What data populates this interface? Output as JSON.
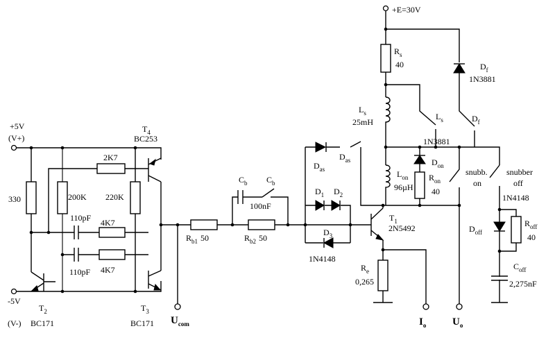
{
  "labels": {
    "supply_pos5": "+5V",
    "supply_vplus": "(V+)",
    "supply_neg5": "-5V",
    "supply_vminus": "(V-)",
    "supply_e30": "+E=30V",
    "t4_name": "T",
    "t4_sub": "4",
    "t4_type": "BC253",
    "t2_name": "T",
    "t2_sub": "2",
    "t2_type": "BC171",
    "t3_name": "T",
    "t3_sub": "3",
    "t3_type": "BC171",
    "r330": "330",
    "r200k": "200K",
    "r220k": "220K",
    "r2k7": "2K7",
    "r4k7a": "4K7",
    "r4k7b": "4K7",
    "c110a": "110pF",
    "c110b": "110pF",
    "ucom_u": "U",
    "ucom_sub": "com",
    "rb1_name": "R",
    "rb1_sub": "b1",
    "rb1_val": "50",
    "rb2_name": "R",
    "rb2_sub": "b2",
    "rb2_val": "50",
    "cb1_name": "C",
    "cb1_sub": "b",
    "cb2_name": "C",
    "cb2_sub": "b",
    "cb_val": "100nF",
    "das1_name": "D",
    "das1_sub": "as",
    "das2_name": "D",
    "das2_sub": "as",
    "d1_name": "D",
    "d1_sub": "1",
    "d2_name": "D",
    "d2_sub": "2",
    "d3_name": "D",
    "d3_sub": "3",
    "d3_type": "1N4148",
    "t1_name": "T",
    "t1_sub": "1",
    "t1_type": "2N5492",
    "re_name": "R",
    "re_sub": "e",
    "re_val": "0,265",
    "rs_name": "R",
    "rs_sub": "s",
    "rs_val": "40",
    "ls1_name": "L",
    "ls1_sub": "s",
    "ls_val": "25mH",
    "ls2_name": "L",
    "ls2_sub": "s",
    "lon_name": "L",
    "lon_sub": "on",
    "lon_val": "96µH",
    "don_name": "D",
    "don_sub": "on",
    "don_type": "1N3881",
    "ron_name": "R",
    "ron_sub": "on",
    "ron_val": "40",
    "df1_name": "D",
    "df1_sub": "f",
    "df_type": "1N3881",
    "df2_name": "D",
    "df2_sub": "f",
    "snubb_on_1": "snubb.",
    "snubb_on_2": "on",
    "snubber_off_1": "snubber",
    "snubber_off_2": "off",
    "doff_name": "D",
    "doff_sub": "off",
    "doff_type": "1N4148",
    "roff_name": "R",
    "roff_sub": "off",
    "roff_val": "40",
    "coff_name": "C",
    "coff_sub": "off",
    "coff_val": "2,275nF",
    "io_name": "I",
    "io_sub": "o",
    "uo_name": "U",
    "uo_sub": "o"
  }
}
